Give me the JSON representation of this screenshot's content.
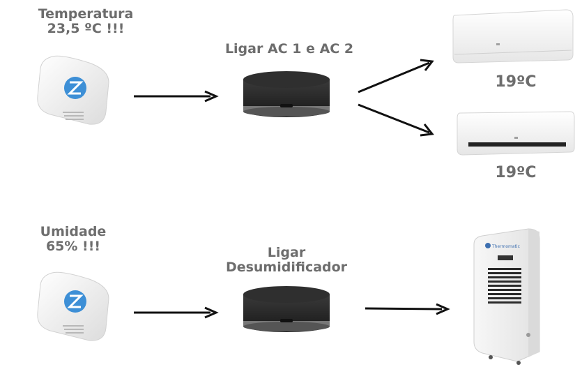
{
  "sensor_1": {
    "line1": "Temperatura",
    "line2": "23,5 ºC !!!",
    "icon": "sensor-icon"
  },
  "hub_1": {
    "label": "Ligar AC 1 e AC 2",
    "icon": "ir-hub-icon"
  },
  "ac_units": [
    {
      "readout": "19ºC",
      "icon": "air-conditioner-icon"
    },
    {
      "readout": "19ºC",
      "icon": "air-conditioner-icon"
    }
  ],
  "sensor_2": {
    "line1": "Umidade",
    "line2": "65% !!!",
    "icon": "sensor-icon"
  },
  "hub_2": {
    "line1": "Ligar",
    "line2": "Desumidificador",
    "icon": "ir-hub-icon"
  },
  "dehumidifier": {
    "brand": "Thermomatic",
    "icon": "dehumidifier-icon"
  },
  "colors": {
    "text": "#6d6d6d",
    "arrow": "#111111",
    "sensor_logo": "#3d8fd6",
    "hub": "#2b2b2b"
  }
}
